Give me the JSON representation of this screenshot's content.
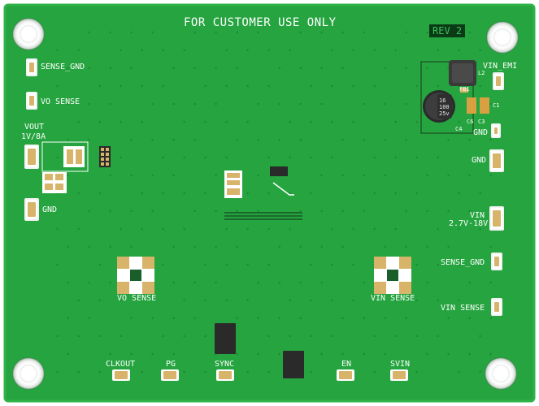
{
  "board": {
    "pcb_color": "#25a43f",
    "silkscreen_color": "#ffffff",
    "copper_color": "#d8b36a",
    "top_text": "FOR CUSTOMER USE ONLY",
    "revision": "REV 2"
  },
  "labels": {
    "sense_gnd_left": "SENSE_GND",
    "vo_sense_left": "VO SENSE",
    "vout": "VOUT",
    "vout_rating": "1V/8A",
    "gnd_left": "GND",
    "vo_sense_bottom": "VO SENSE",
    "vin_sense_center": "VIN SENSE",
    "vin_emi": "VIN_EMI",
    "l2": "L2",
    "fb1": "FB1",
    "c1": "C1",
    "c3": "C3",
    "c4": "C4",
    "c6": "C6",
    "gnd_right_small": "GND",
    "gnd_right": "GND",
    "vin": "VIN",
    "vin_range": "2.7V-18V",
    "sense_gnd_right": "SENSE_GND",
    "vin_sense_right": "VIN SENSE",
    "clkout": "CLKOUT",
    "pg": "PG",
    "sync": "SYNC",
    "en": "EN",
    "svin": "SVIN"
  },
  "capacitor_marking": {
    "line1": "16",
    "line2": "100",
    "line3": "25v"
  }
}
